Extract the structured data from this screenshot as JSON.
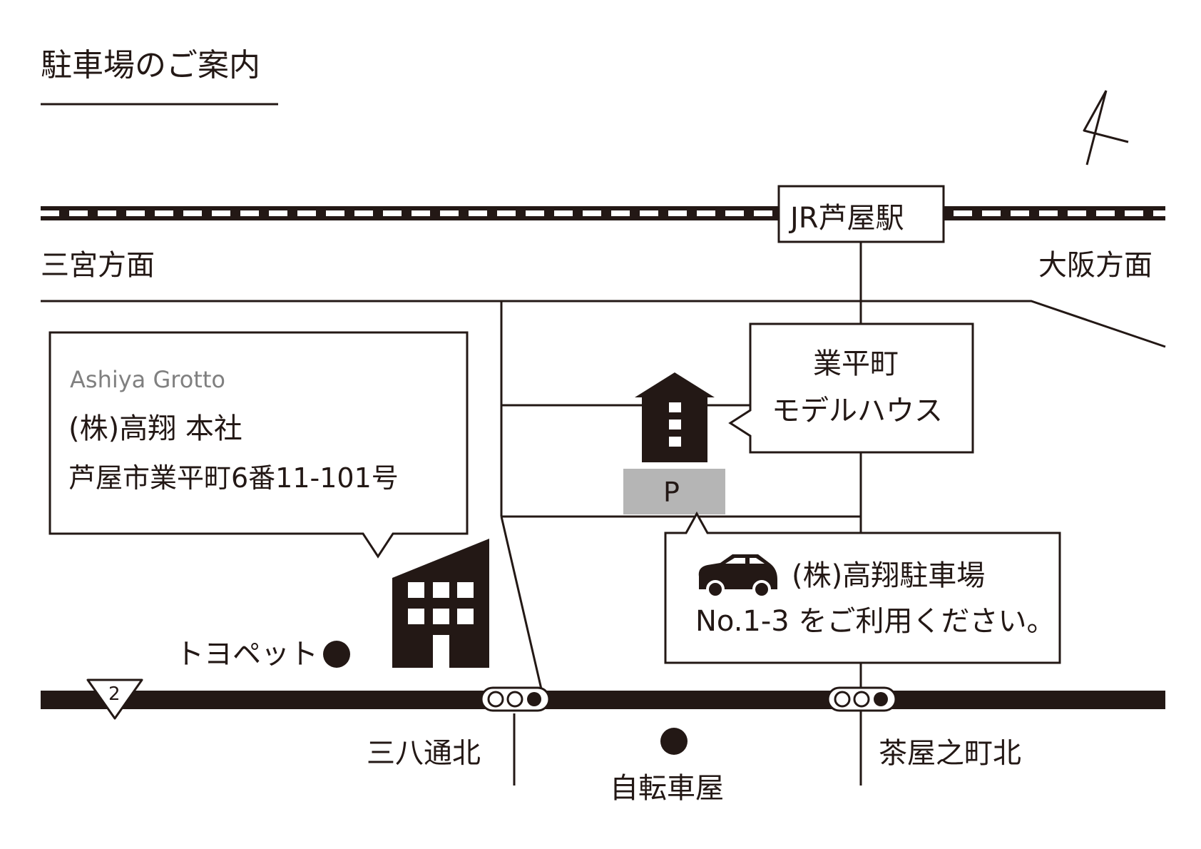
{
  "title": "駐車場のご案内",
  "colors": {
    "ink": "#231815",
    "parking": "#b5b5b5",
    "grey_text": "#808080"
  },
  "station": {
    "name": "JR芦屋駅"
  },
  "directions": {
    "west": "三宮方面",
    "east": "大阪方面"
  },
  "north_arrow": {
    "icon": "north-arrow-icon"
  },
  "head_office": {
    "english_name": "Ashiya Grotto",
    "name": "(株)高翔 本社",
    "address": "芦屋市業平町6番11-101号"
  },
  "model_house": {
    "line1": "業平町",
    "line2": "モデルハウス"
  },
  "parking": {
    "sign": "P",
    "line1": "(株)高翔駐車場",
    "line2": "No.1-3 をご利用ください。"
  },
  "landmarks": {
    "toyopet": "トヨペット",
    "bicycle_shop": "自転車屋"
  },
  "route": {
    "number": "2"
  },
  "intersections": {
    "west": "三八通北",
    "east": "茶屋之町北"
  }
}
